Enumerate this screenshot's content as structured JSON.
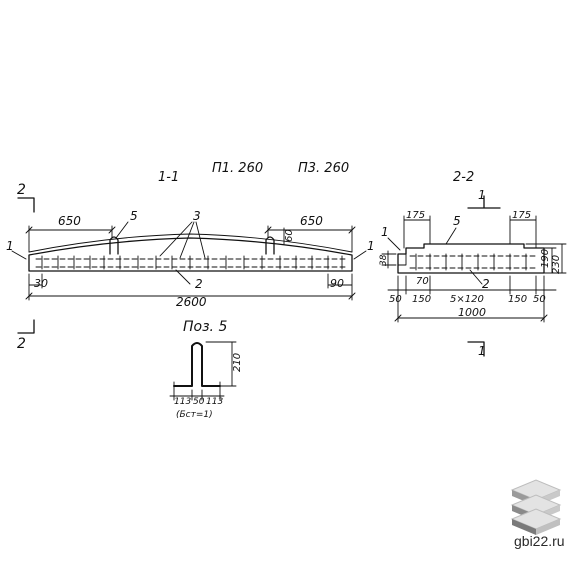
{
  "section_1": {
    "title": "1-1",
    "mark_a": "П1. 260",
    "mark_b": "П3. 260",
    "label_5": "5",
    "label_3": "3",
    "label_2": "2",
    "label_1_left": "1",
    "label_1_right": "1",
    "dim_650_left": "650",
    "dim_650_right": "650",
    "dim_60": "60",
    "dim_30": "30",
    "dim_90": "90",
    "dim_2600": "2600",
    "cut_mark_top": "2",
    "cut_mark_bottom": "2"
  },
  "section_2": {
    "title": "2-2",
    "label_5": "5",
    "label_1": "1",
    "label_2": "2",
    "dim_175_left": "175",
    "dim_175_right": "175",
    "dim_190": "190",
    "dim_230": "230",
    "dim_38": "38",
    "dim_70": "70",
    "dims_bottom": [
      "50",
      "150",
      "5×120",
      "150",
      "50"
    ],
    "dim_1000": "1000",
    "cut_mark_top": "1",
    "cut_mark_bottom": "1"
  },
  "detail_5": {
    "title": "Поз. 5",
    "dim_210": "210",
    "dims_bottom": [
      "113",
      "50",
      "113"
    ],
    "note": "(Бст=1)"
  },
  "watermark": {
    "text": "gbi22.ru",
    "logo_icon": "stacked-slabs-icon"
  }
}
